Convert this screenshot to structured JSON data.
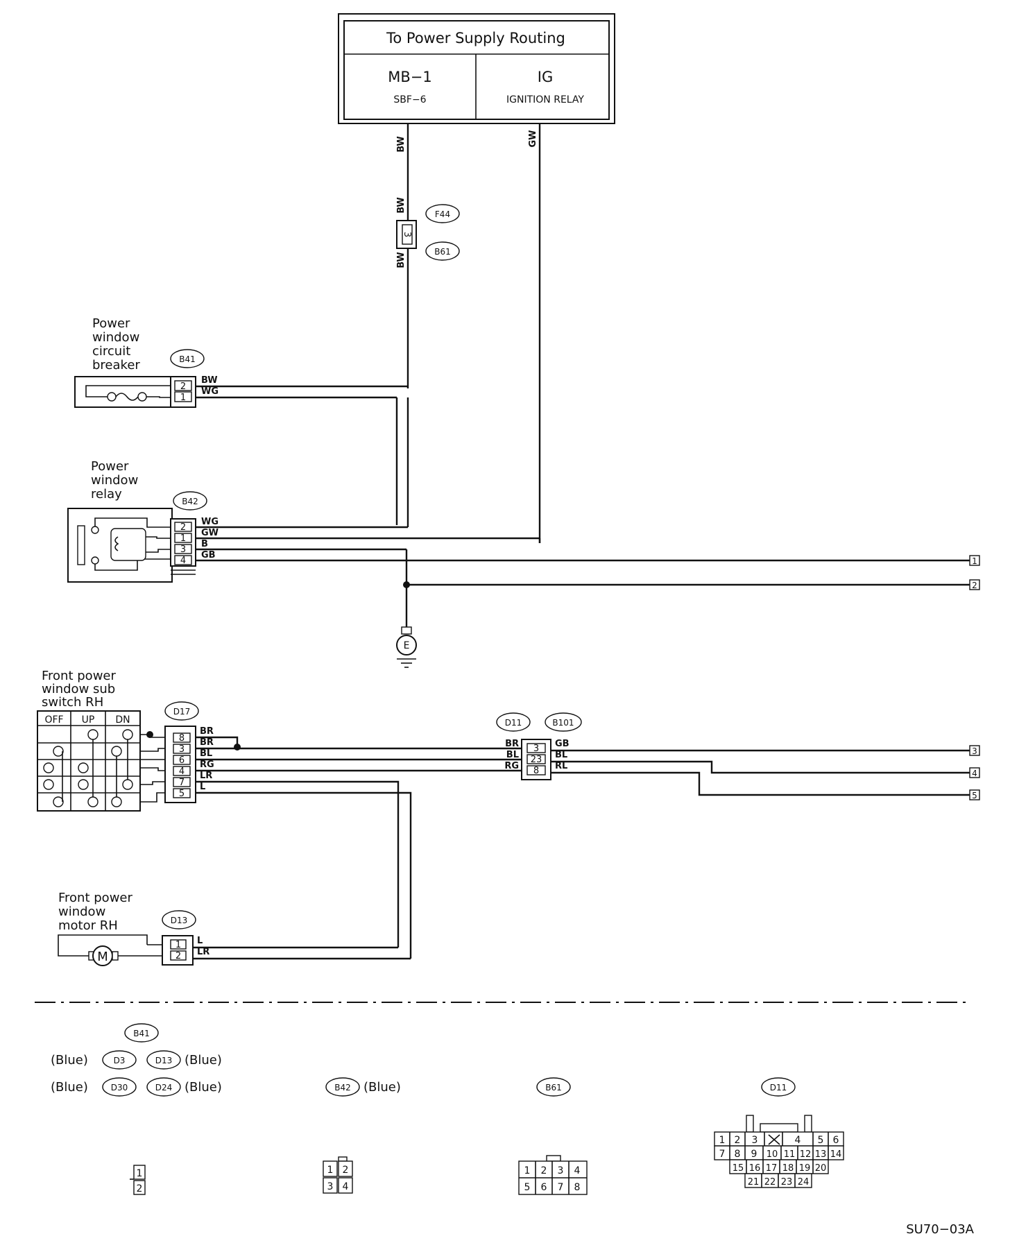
{
  "power_supply": {
    "title": "To Power Supply Routing",
    "left_top": "MB−1",
    "left_bottom": "SBF−6",
    "right_top": "IG",
    "right_bottom": "IGNITION RELAY"
  },
  "wires": {
    "bw": "BW",
    "gw": "GW",
    "wg": "WG",
    "b": "B",
    "gb": "GB",
    "br": "BR",
    "bl": "BL",
    "rg": "RG",
    "lr": "LR",
    "l": "L",
    "rl": "RL"
  },
  "connectors": {
    "f44": "F44",
    "b61": "B61",
    "b41": "B41",
    "b42": "B42",
    "d17": "D17",
    "d11": "D11",
    "b101": "B101",
    "d13": "D13",
    "d3": "D3",
    "d30": "D30",
    "d24": "D24",
    "e": "E"
  },
  "components": {
    "circuit_breaker": [
      "Power",
      "window",
      "circuit",
      "breaker"
    ],
    "relay": [
      "Power",
      "window",
      "relay"
    ],
    "sub_switch": [
      "Front power",
      "window sub",
      "switch RH"
    ],
    "motor": [
      "Front power",
      "window",
      "motor RH"
    ]
  },
  "switch_headers": [
    "OFF",
    "UP",
    "DN"
  ],
  "pins": {
    "f44_b61": "3",
    "b41": [
      "2",
      "1"
    ],
    "b42": [
      "2",
      "1",
      "3",
      "4"
    ],
    "d17": [
      "8",
      "3",
      "6",
      "4",
      "7",
      "5"
    ],
    "d11": [
      "3",
      "23",
      "8"
    ],
    "d13": [
      "1",
      "2"
    ]
  },
  "terminals": [
    "1",
    "2",
    "3",
    "4",
    "5"
  ],
  "legend": {
    "blue": "(Blue)",
    "face_2": [
      "1",
      "2"
    ],
    "face_4": [
      "1",
      "2",
      "3",
      "4"
    ],
    "face_8": [
      "1",
      "2",
      "3",
      "4",
      "5",
      "6",
      "7",
      "8"
    ],
    "face_24_row1": [
      "1",
      "2",
      "3",
      "4",
      "5",
      "6"
    ],
    "face_24_row2": [
      "7",
      "8",
      "9",
      "10",
      "11",
      "12",
      "13",
      "14"
    ],
    "face_24_row3": [
      "15",
      "16",
      "17",
      "18",
      "19",
      "20"
    ],
    "face_24_row4": [
      "21",
      "22",
      "23",
      "24"
    ]
  },
  "figure_code": "SU70−03A"
}
